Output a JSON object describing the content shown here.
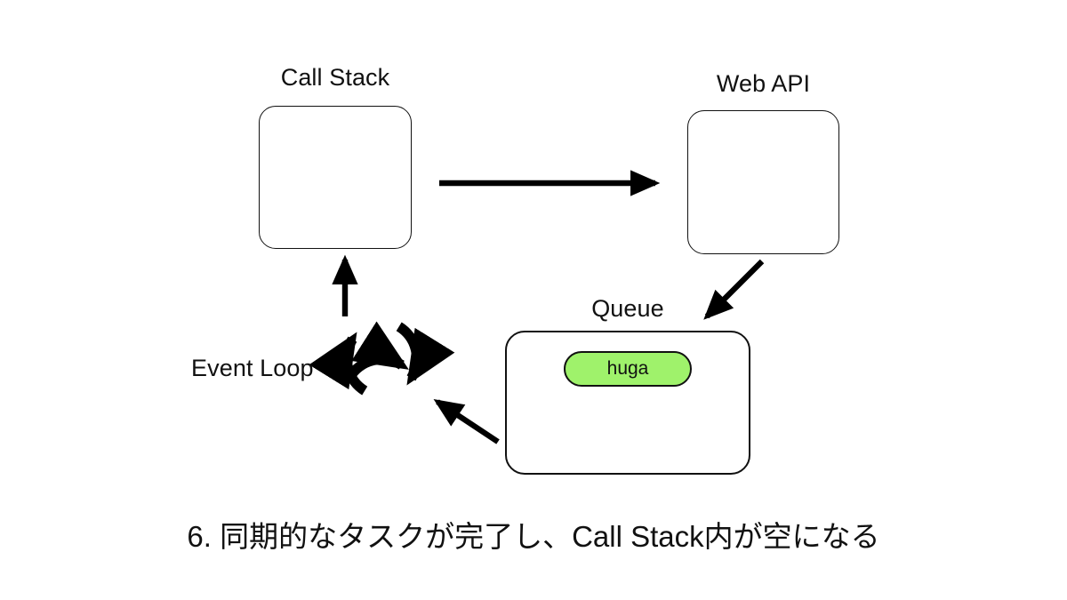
{
  "slide": {
    "background_color": "#ffffff",
    "caption": "6. 同期的なタスクが完了し、Call Stack内が空になる"
  },
  "diagram": {
    "type": "javascript-event-loop",
    "nodes": [
      {
        "id": "call-stack",
        "label": "Call Stack",
        "shape": "rounded-rect",
        "fill": "#ffffff",
        "stroke": "#111111",
        "contents": []
      },
      {
        "id": "web-api",
        "label": "Web API",
        "shape": "rounded-rect",
        "fill": "#ffffff",
        "stroke": "#111111",
        "contents": []
      },
      {
        "id": "queue",
        "label": "Queue",
        "shape": "rounded-rect",
        "fill": "#ffffff",
        "stroke": "#111111",
        "contents": [
          "huga"
        ]
      },
      {
        "id": "event-loop",
        "label": "Event Loop",
        "shape": "circular-arrows",
        "fill": "#111111",
        "stroke": "#111111",
        "contents": []
      }
    ],
    "tasks": [
      {
        "id": "huga",
        "label": "huga",
        "fill": "#9ff26b",
        "stroke": "#111111",
        "location": "queue"
      }
    ],
    "edges": [
      {
        "from": "call-stack",
        "to": "web-api",
        "style": "straight-arrow",
        "direction": "right"
      },
      {
        "from": "web-api",
        "to": "queue",
        "style": "straight-arrow",
        "direction": "down-left"
      },
      {
        "from": "queue",
        "to": "event-loop",
        "style": "straight-arrow",
        "direction": "up-left"
      },
      {
        "from": "event-loop",
        "to": "call-stack",
        "style": "straight-arrow",
        "direction": "up"
      }
    ]
  },
  "colors": {
    "task_green": "#9ff26b",
    "ink": "#111111",
    "paper": "#ffffff"
  }
}
